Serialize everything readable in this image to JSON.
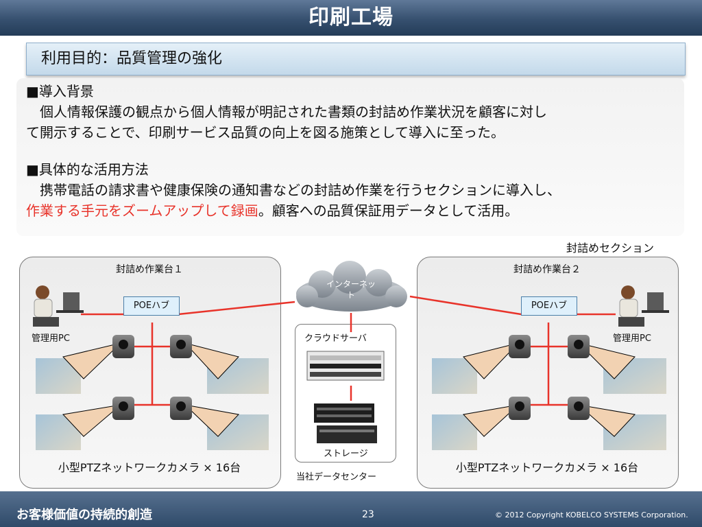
{
  "title": "印刷工場",
  "purpose": "利用目的：品質管理の強化",
  "background": {
    "heading": "■導入背景",
    "line1": "個人情報保護の観点から個人情報が明記された書類の封詰め作業状況を顧客に対し",
    "line2": "て開示することで、印刷サービス品質の向上を図る施策として導入に至った。"
  },
  "usage": {
    "heading": "■具体的な活用方法",
    "line1": "携帯電話の請求書や健康保険の通知書などの封詰め作業を行うセクションに導入し、",
    "line2_red": "作業する手元をズームアップして録画",
    "line2_rest": "。顧客への品質保証用データとして活用。"
  },
  "diagram": {
    "section_label": "封詰めセクション",
    "left_station": {
      "title": "封詰め作業台１",
      "hub": "POEハブ",
      "pc": "管理用PC",
      "caption": "小型PTZネットワークカメラ × 16台"
    },
    "right_station": {
      "title": "封詰め作業台２",
      "hub": "POEハブ",
      "pc": "管理用PC",
      "caption": "小型PTZネットワークカメラ × 16台"
    },
    "internet": {
      "line1": "インターネッ",
      "line2": "ト"
    },
    "datacenter": {
      "server": "クラウドサーバ",
      "storage": "ストレージ",
      "caption": "当社データセンター"
    }
  },
  "footer": {
    "slogan": "お客様価値の持続的創造",
    "page": "23",
    "copyright": "©  2012 Copyright  KOBELCO SYSTEMS Corporation."
  },
  "colors": {
    "header_bg": "#36506f",
    "accent_red": "#e8332a",
    "network_line": "#e8332a",
    "banner_bg": "#c3d9ea"
  }
}
